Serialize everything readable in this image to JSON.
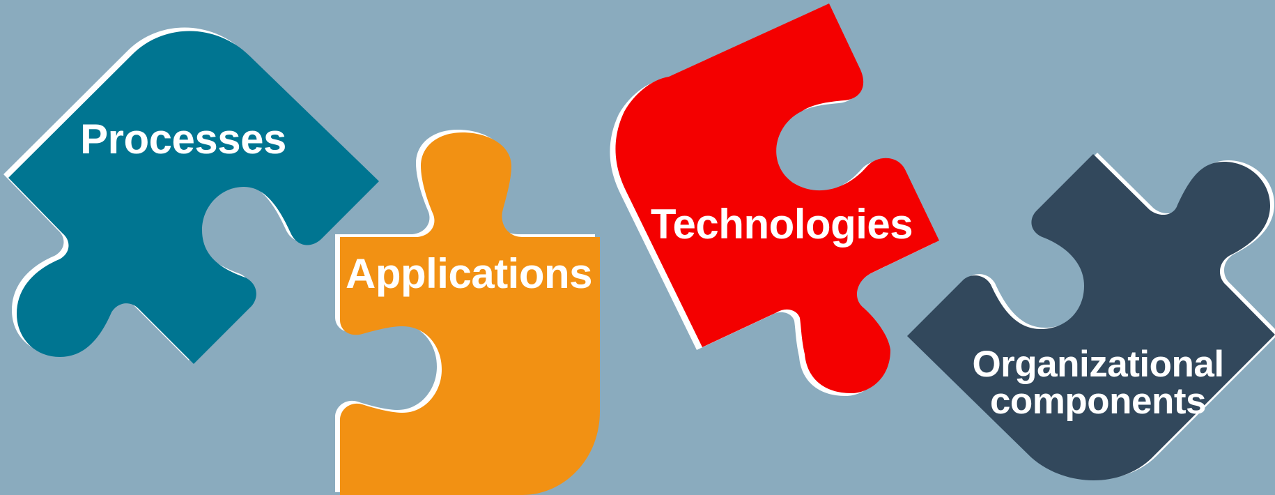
{
  "colors": {
    "background": "#8aabbe",
    "shadow": "#ffffff",
    "processes": "#007591",
    "applications": "#f29113",
    "technologies": "#f40000",
    "organizational": "#32485c",
    "label_text": "#ffffff"
  },
  "pieces": {
    "processes": {
      "label": "Processes"
    },
    "applications": {
      "label": "Applications"
    },
    "technologies": {
      "label": "Technologies"
    },
    "organizational": {
      "label_line1": "Organizational",
      "label_line2": "components"
    }
  }
}
